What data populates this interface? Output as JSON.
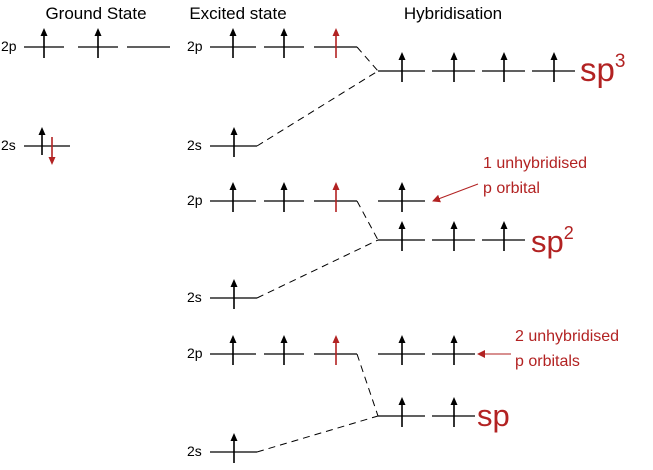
{
  "headers": {
    "ground": "Ground State",
    "excited": "Excited state",
    "hybrid": "Hybridisation"
  },
  "orbital_labels": {
    "p": "2p",
    "s": "2s"
  },
  "hybrid_names": {
    "sp3_base": "sp",
    "sp3_sup": "3",
    "sp2_base": "sp",
    "sp2_sup": "2",
    "sp_base": "sp"
  },
  "annotations": {
    "one_line1": "1 unhybridised",
    "one_line2": "p orbital",
    "two_line1": "2 unhybridised",
    "two_line2": "p orbitals"
  },
  "colors": {
    "accent": "#b22222",
    "line": "#000000"
  }
}
